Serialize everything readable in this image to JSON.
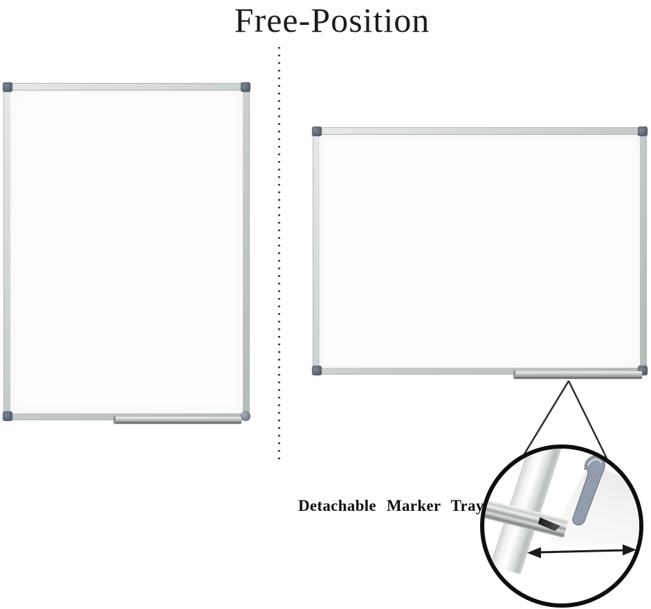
{
  "page": {
    "title": "Free-Position"
  },
  "caption": {
    "text": "Detachable Marker Tray"
  },
  "boards": {
    "portrait_label": "whiteboard shown in portrait orientation",
    "landscape_label": "whiteboard shown in landscape orientation"
  },
  "detail": {
    "arrow_icon": "double-headed-horizontal-arrow"
  },
  "colors": {
    "title-color": "#1c1c1c",
    "frame-silver": "#c6cbc9",
    "frame-highlight": "#e7e9e8",
    "corner-cap": "#535d6b",
    "board-surface": "#fdfdfd",
    "tray-silver": "#c2c7c5",
    "callout-line": "#2a2a2a",
    "circle-border": "#0e0e0e",
    "hook-gray": "#929cad",
    "arrow-black": "#1a1a1a",
    "dot-color": "#3c3c3c",
    "caption-color": "#111111"
  }
}
